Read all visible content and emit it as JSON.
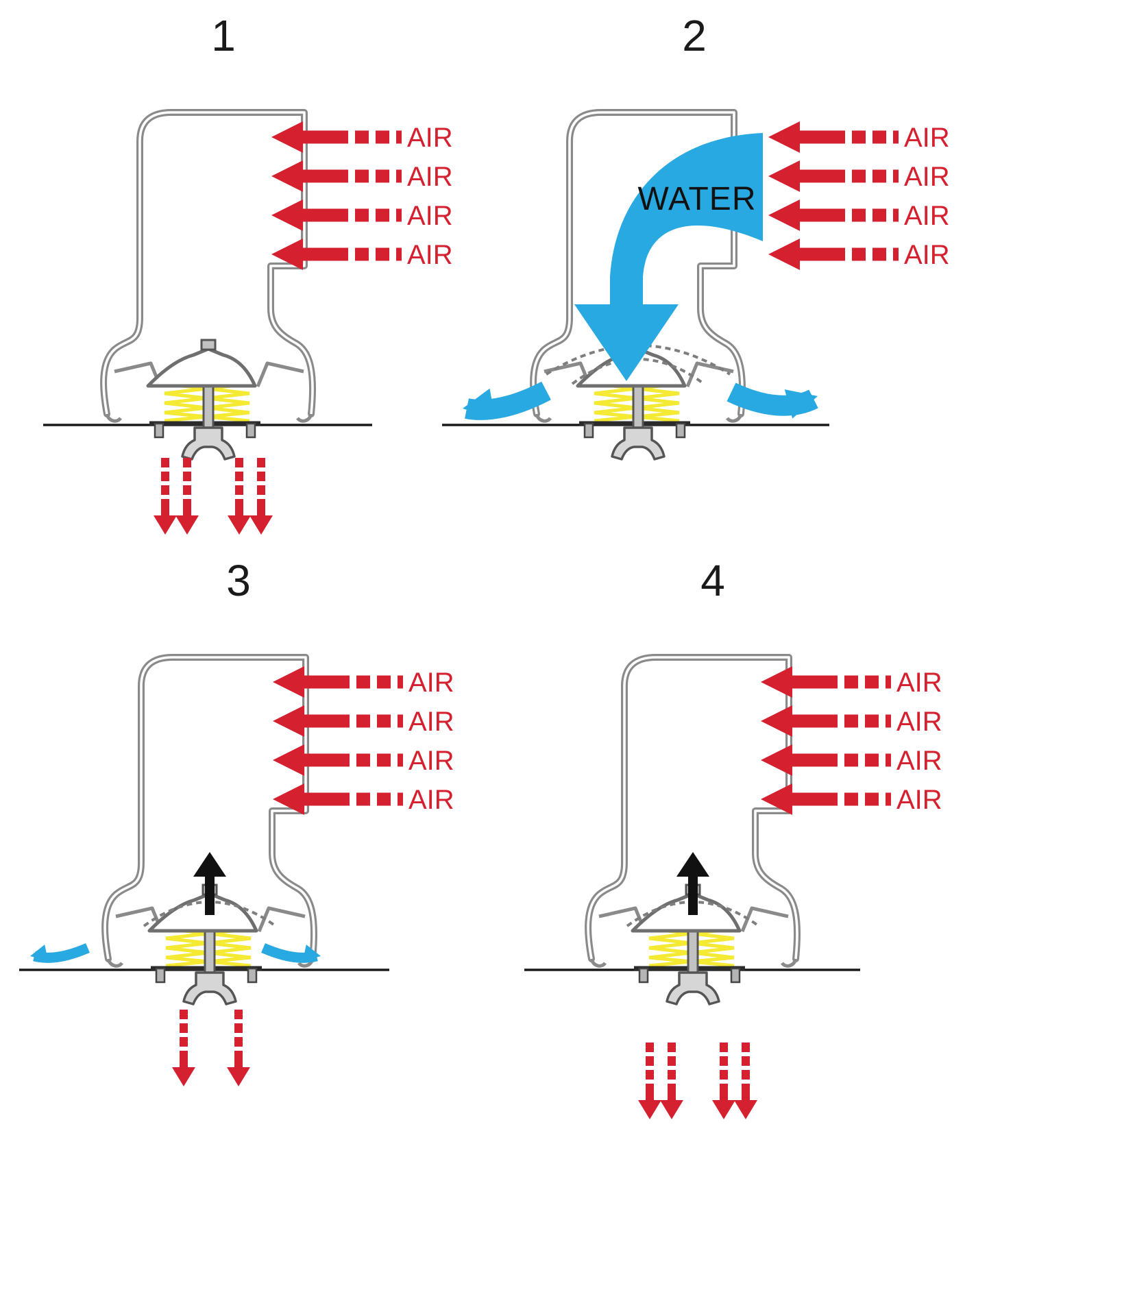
{
  "figure": {
    "panels": [
      {
        "number": "1",
        "air_labels": [
          "AIR",
          "AIR",
          "AIR",
          "AIR"
        ]
      },
      {
        "number": "2",
        "water_label": "WATER",
        "air_labels": [
          "AIR",
          "AIR",
          "AIR",
          "AIR"
        ]
      },
      {
        "number": "3",
        "air_labels": [
          "AIR",
          "AIR",
          "AIR",
          "AIR"
        ]
      },
      {
        "number": "4",
        "air_labels": [
          "AIR",
          "AIR",
          "AIR",
          "AIR"
        ]
      }
    ]
  },
  "colors": {
    "air_red": "#d5202f",
    "water_blue": "#29a9e1",
    "spring_yellow": "#f4ea33",
    "housing_gray": "#8a8a8a",
    "ink_black": "#1a1a1a"
  }
}
